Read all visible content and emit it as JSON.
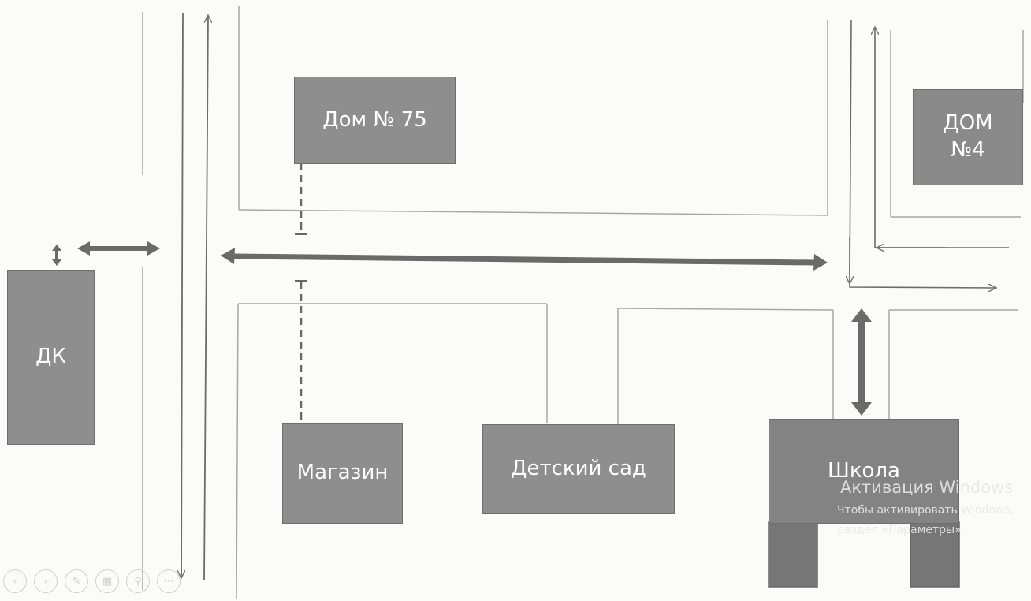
{
  "buildings": {
    "house75": "Дом № 75",
    "house4_line1": "ДОМ",
    "house4_line2": "№4",
    "dk": "ДК",
    "shop": "Магазин",
    "kindergarten": "Детский сад",
    "school": "Школа"
  },
  "watermark": {
    "title": "Активация Windows",
    "line1": "Чтобы активировать Windows,",
    "line2": "раздел «Параметры»."
  },
  "toolbar_icons": [
    "previous-icon",
    "next-icon",
    "pen-icon",
    "slides-icon",
    "zoom-icon",
    "more-icon"
  ],
  "colors": {
    "building_fill": "#8c8c8c",
    "building_dark": "#767676",
    "road_line": "#8a8a8a",
    "arrow": "#757575"
  }
}
